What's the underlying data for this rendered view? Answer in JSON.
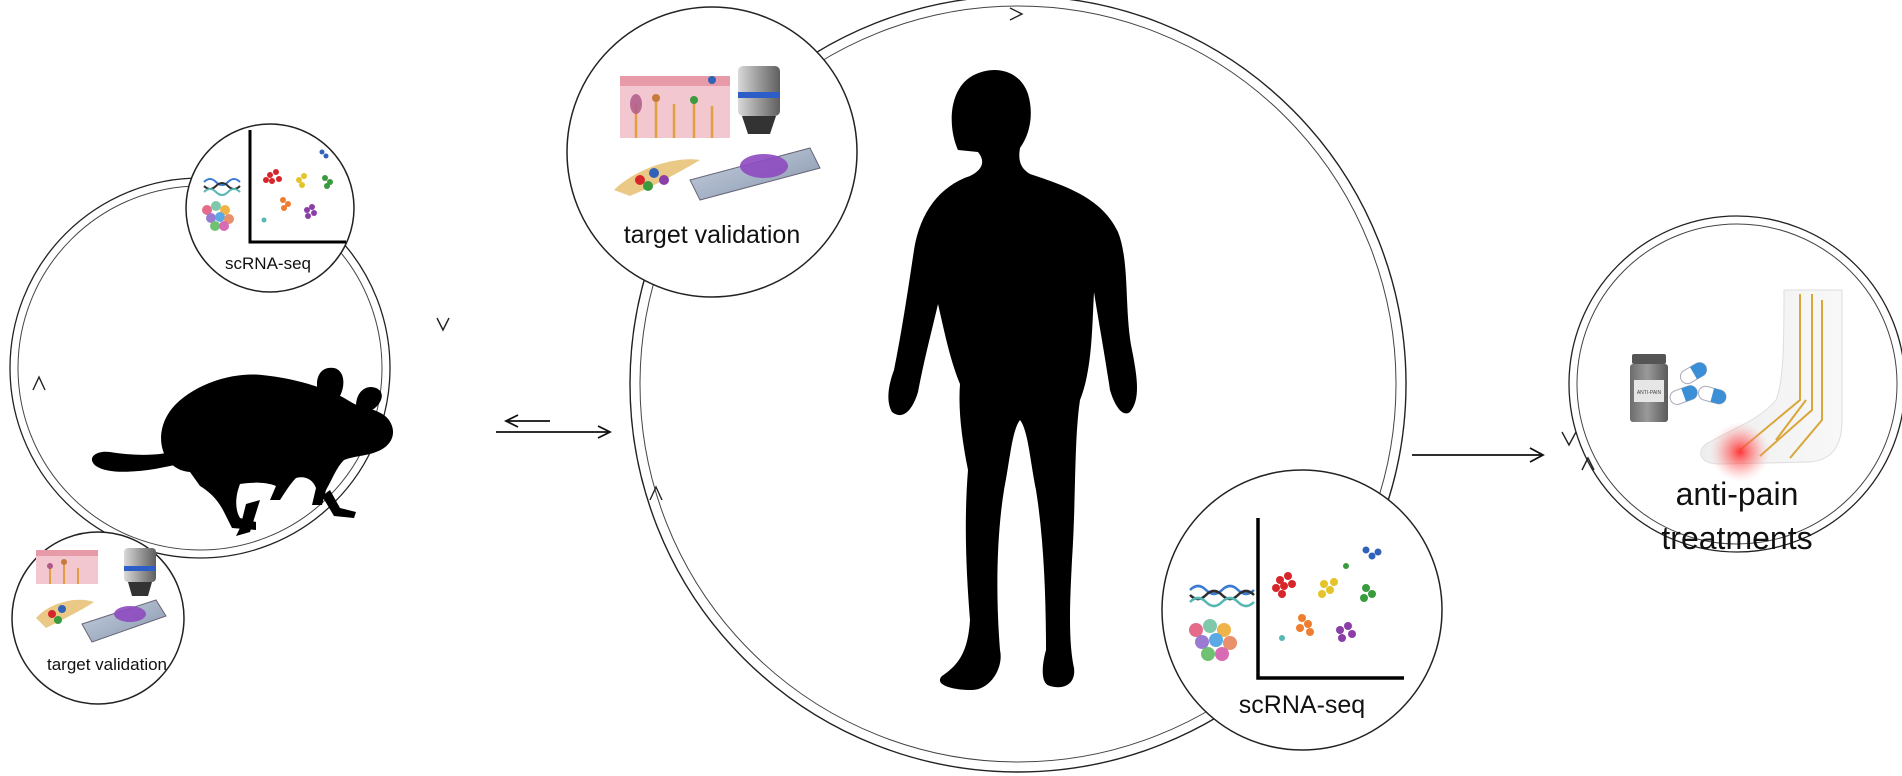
{
  "labels": {
    "mouse_scrna": "scRNA-seq",
    "mouse_validation": "target validation",
    "human_validation": "target validation",
    "human_scrna": "scRNA-seq",
    "treatment_line1": "anti-pain",
    "treatment_line2": "treatments"
  },
  "bottle_label": "ANTI-PAIN",
  "colors": {
    "ink": "#000000",
    "cluster_red": "#d7262b",
    "cluster_yellow": "#e4c428",
    "cluster_green": "#3a9a3e",
    "cluster_orange": "#ef7d2f",
    "cluster_purple": "#8b3ea8",
    "cluster_blue": "#2f62b8",
    "cluster_teal": "#56b7b4",
    "tissue_pink": "#f2c7cf",
    "slide_stain": "#8e4ac0",
    "microscope_band": "#2d5ec8",
    "pain_glow": "#ff3b3b"
  }
}
